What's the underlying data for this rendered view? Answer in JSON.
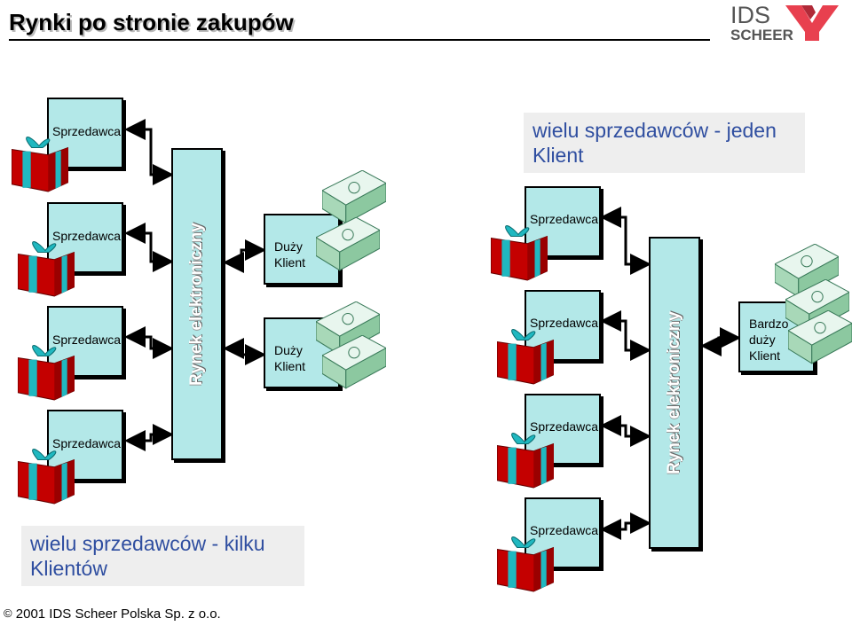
{
  "title": "Rynki po stronie zakupów",
  "logo": {
    "line1": "IDS",
    "line2": "SCHEER",
    "color": "#e8404f"
  },
  "left_diagram": {
    "sellers": [
      "Sprzedawca",
      "Sprzedawca",
      "Sprzedawca",
      "Sprzedawca"
    ],
    "market": "Rynek elektroniczny",
    "clients": [
      {
        "line1": "Duży",
        "line2": "Klient"
      },
      {
        "line1": "Duży",
        "line2": "Klient"
      }
    ],
    "note": "wielu sprzedawców - kilku Klientów"
  },
  "right_diagram": {
    "sellers": [
      "Sprzedawca",
      "Sprzedawca",
      "Sprzedawca",
      "Sprzedawca"
    ],
    "market": "Rynek elektroniczny",
    "client": {
      "line1": "Bardzo",
      "line2": "duży",
      "line3": "Klient"
    },
    "note": "wielu sprzedawców - jeden Klient"
  },
  "footer": {
    "copyright_symbol": "©",
    "text": "2001 IDS Scheer Polska Sp. z o.o."
  },
  "colors": {
    "box": "#b3e8e8",
    "note_text": "#2f4ea0",
    "gift": "#c40000",
    "ribbon": "#20b8c0",
    "money": "#a8d8b8"
  }
}
